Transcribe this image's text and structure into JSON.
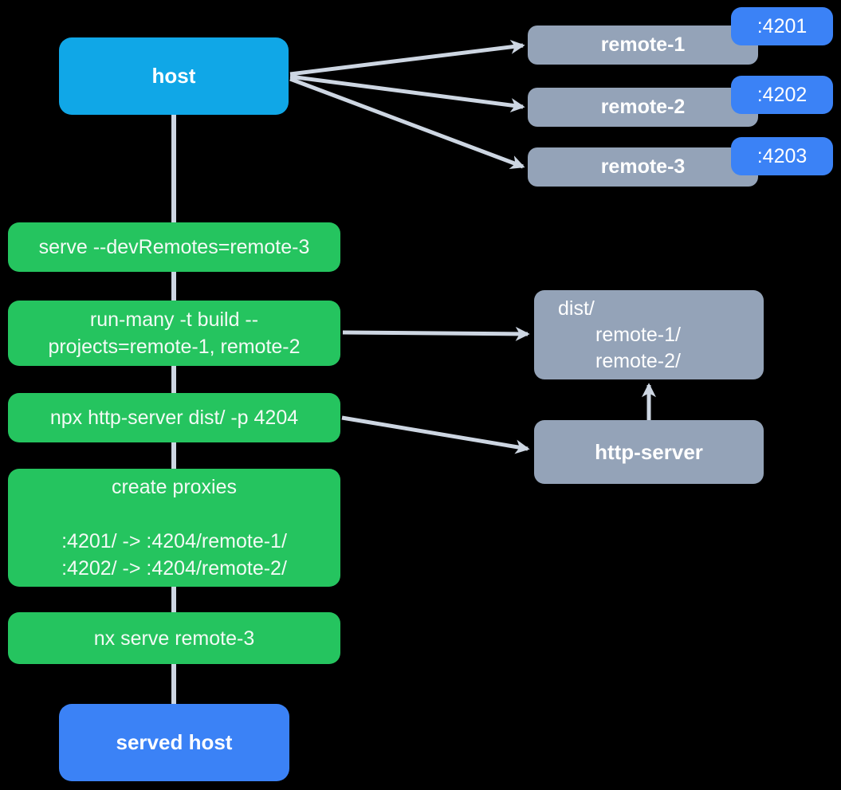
{
  "colors": {
    "bg": "#000000",
    "host": "#10A7E7",
    "badge": "#3B82F6",
    "green": "#25C45F",
    "gray": "#94A3B8",
    "line": "#CDD6E2",
    "text": "#FFFFFF"
  },
  "host": {
    "label": "host"
  },
  "remotes": [
    {
      "label": "remote-1",
      "port": ":4201"
    },
    {
      "label": "remote-2",
      "port": ":4202"
    },
    {
      "label": "remote-3",
      "port": ":4203"
    }
  ],
  "steps": [
    {
      "id": "serve",
      "lines": [
        "serve --devRemotes=remote-3"
      ]
    },
    {
      "id": "build",
      "lines": [
        "run-many -t build --",
        "projects=remote-1, remote-2"
      ]
    },
    {
      "id": "http",
      "lines": [
        "npx http-server dist/ -p 4204"
      ]
    },
    {
      "id": "proxies",
      "lines": [
        "create proxies",
        "",
        ":4201/ -> :4204/remote-1/",
        ":4202/ -> :4204/remote-2/"
      ]
    },
    {
      "id": "nx-serve",
      "lines": [
        "nx serve remote-3"
      ]
    }
  ],
  "dist": {
    "lines": [
      "dist/",
      "remote-1/",
      "remote-2/"
    ]
  },
  "http_server": {
    "label": "http-server"
  },
  "served_host": {
    "label": "served host"
  }
}
